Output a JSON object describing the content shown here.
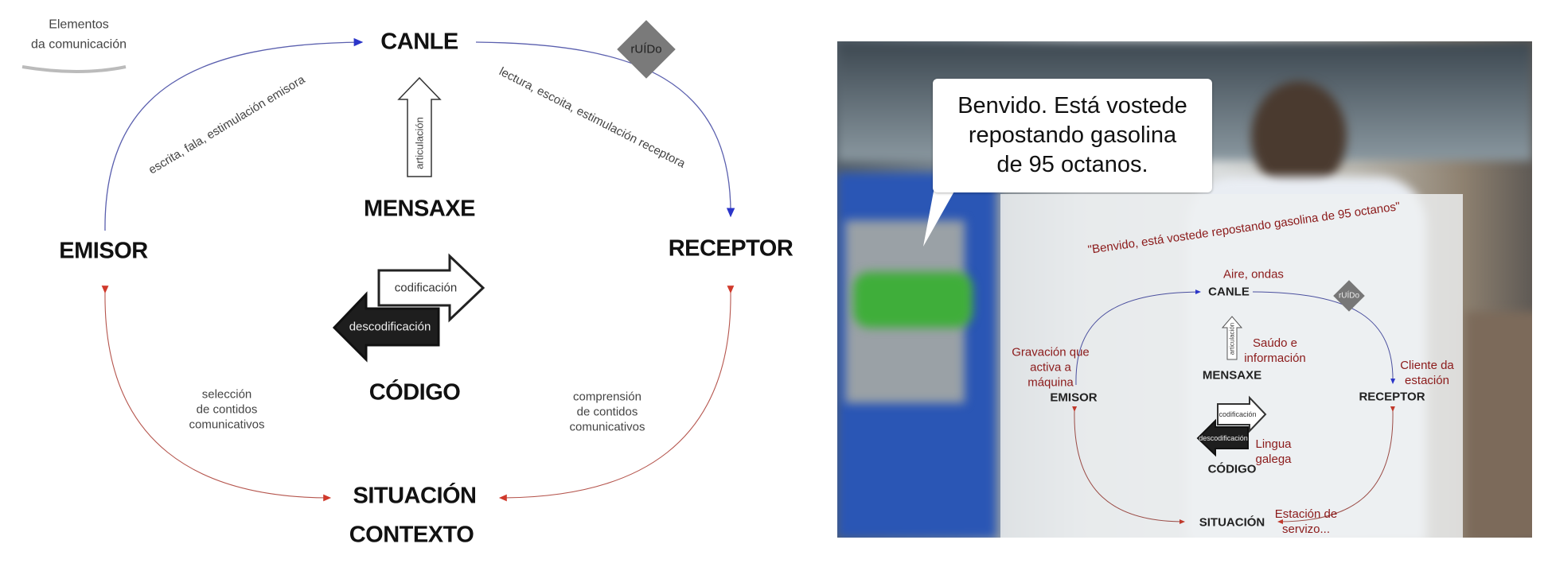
{
  "left_diagram": {
    "title_line1": "Elementos",
    "title_line2": "da comunicación",
    "canle": "CANLE",
    "ruido": "rUÍDo",
    "emission_note": "escrita, fala, estimulación emisora",
    "reception_note": "lectura, escoita, estimulación receptora",
    "articulation": "articulación",
    "mensaxe": "MENSAXE",
    "emisor": "EMISOR",
    "receptor": "RECEPTOR",
    "codification": "codificación",
    "decodification": "descodificación",
    "codigo": "CÓDIGO",
    "selection_note": [
      "selección",
      "de contidos",
      "comunicativos"
    ],
    "comprehension_note": [
      "comprensión",
      "de contidos",
      "comunicativos"
    ],
    "situacion": "SITUACIÓN",
    "contexto": "CONTEXTO"
  },
  "right_example": {
    "speech_bubble": [
      "Benvido. Está vostede",
      "repostando gasolina",
      "de 95 octanos."
    ],
    "quote": "\"Benvido, está vostede repostando gasolina de 95 octanos\"",
    "channel_example": "Aire, ondas",
    "canle": "CANLE",
    "ruido": "rUÍDo",
    "articulation": "articulación",
    "message_example": [
      "Saúdo e",
      "información"
    ],
    "sender_example": [
      "Gravación que",
      "activa a",
      "máquina"
    ],
    "receiver_example": [
      "Cliente da",
      "estación"
    ],
    "mensaxe": "MENSAXE",
    "emisor": "EMISOR",
    "receptor": "RECEPTOR",
    "codification": "codificación",
    "decodification": "descodificación",
    "code_example": [
      "Lingua",
      "galega"
    ],
    "codigo": "CÓDIGO",
    "situacion": "SITUACIÓN",
    "situation_example": [
      "Estación de",
      "servizo..."
    ]
  },
  "colors": {
    "blue_arrow": "#3a3fb5",
    "red_arrow": "#c0392b",
    "red_text": "#8b1a1a",
    "noise_gray": "#7a7a7a"
  }
}
